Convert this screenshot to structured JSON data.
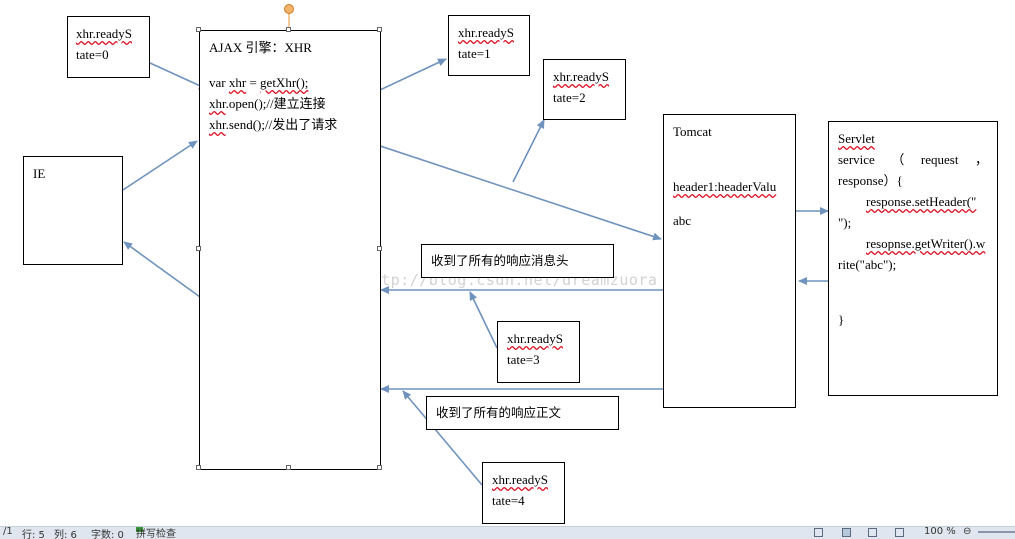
{
  "state0": {
    "line1": "xhr.readyS",
    "line2": "tate=0"
  },
  "state1": {
    "line1": "xhr.readyS",
    "line2": "tate=1"
  },
  "state2": {
    "line1": "xhr.readyS",
    "line2": "tate=2"
  },
  "state3": {
    "line1": "xhr.readyS",
    "line2": "tate=3"
  },
  "state4": {
    "line1": "xhr.readyS",
    "line2": "tate=4"
  },
  "ie": {
    "label": "IE"
  },
  "ajax": {
    "title": "AJAX 引擎：XHR",
    "line1": "var xhr = getXhr();",
    "line2": "xhr.open();//建立连接",
    "line3": "xhr.send();//发出了请求"
  },
  "tomcat": {
    "title": "Tomcat",
    "header": "header1:headerValu",
    "body": "abc"
  },
  "servlet": {
    "title": "Servlet",
    "sig1": "service",
    "sig2": "（",
    "sig3": "request",
    "sig4": "，",
    "sig5": "response）{",
    "set1": "response.setHeader(\"",
    "set2": "\");",
    "write1": "resopnse.getWriter().w",
    "write2": "rite(\"abc\");",
    "close": "}"
  },
  "msg_headers": "收到了所有的响应消息头",
  "msg_body": "收到了所有的响应正文",
  "watermark": "http://blog.csdn.net/dreamzuora",
  "statusbar": {
    "page": "/1",
    "row": "行: 5",
    "col": "列: 6",
    "chars": "字数: 0",
    "spell": "拼写检查",
    "zoom": "100 %"
  },
  "colors": {
    "arrow": "#6f93bd",
    "handle": "#e8953a"
  }
}
